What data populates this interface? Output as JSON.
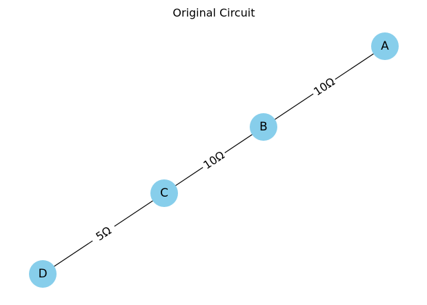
{
  "title": "Original Circuit",
  "node_color": "#87CEEB",
  "edge_color": "#000000",
  "nodes": [
    {
      "id": "A",
      "label": "A"
    },
    {
      "id": "B",
      "label": "B"
    },
    {
      "id": "C",
      "label": "C"
    },
    {
      "id": "D",
      "label": "D"
    }
  ],
  "edges": [
    {
      "from": "A",
      "to": "B",
      "label": "10Ω"
    },
    {
      "from": "B",
      "to": "C",
      "label": "10Ω"
    },
    {
      "from": "C",
      "to": "D",
      "label": "5Ω"
    }
  ]
}
